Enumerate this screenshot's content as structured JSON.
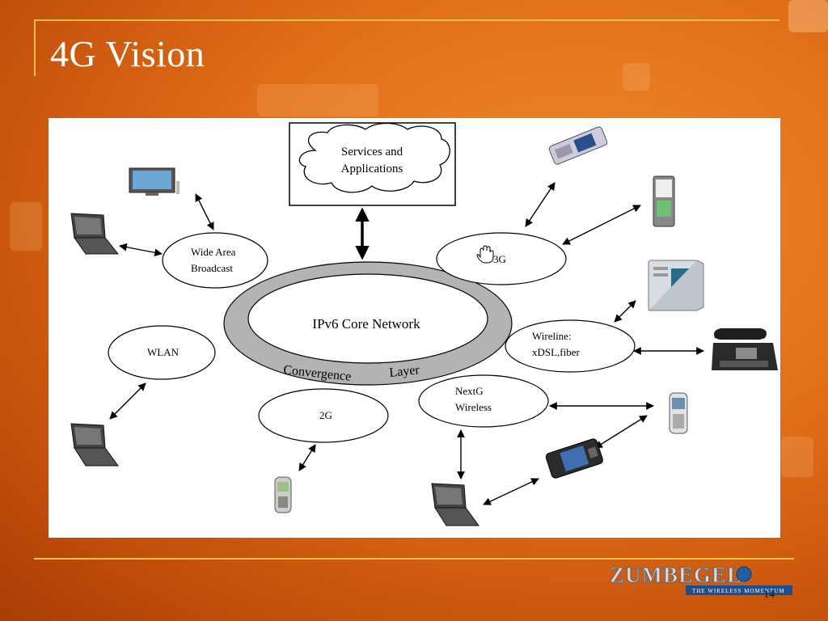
{
  "slide": {
    "title": "4G Vision",
    "page_number": "14"
  },
  "logo": {
    "wordmark": "ZUMBEGEL",
    "tagline": "THE WIRELESS MOMENTUM"
  },
  "diagram": {
    "core": {
      "label": "IPv6 Core Network",
      "ring_label_1": "Convergence",
      "ring_label_2": "Layer"
    },
    "services": {
      "line1": "Services and",
      "line2": "Applications"
    },
    "nodes": {
      "wide_area": {
        "line1": "Wide Area",
        "line2": "Broadcast"
      },
      "three_g": {
        "label": "3G"
      },
      "wlan": {
        "label": "WLAN"
      },
      "wireline": {
        "line1": "Wireline:",
        "line2": "xDSL,fiber"
      },
      "two_g": {
        "label": "2G"
      },
      "nextg": {
        "line1": "NextG",
        "line2": "Wireless"
      }
    },
    "devices": [
      "tv-icon",
      "laptop-icon",
      "pda-phone-icon",
      "smartphone-icon",
      "desktop-computer-icon",
      "desk-phone-icon",
      "mobile-phone-icon",
      "handheld-device-icon"
    ]
  }
}
